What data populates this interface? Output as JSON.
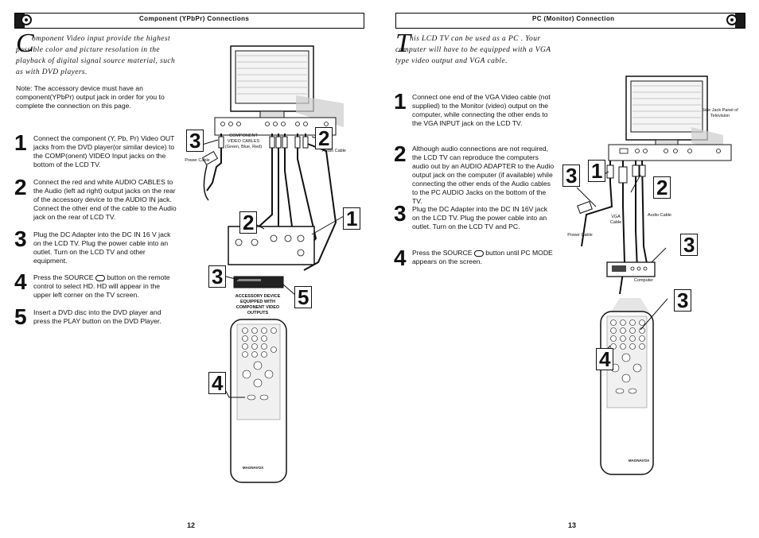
{
  "left": {
    "header": "Component (YPbPr) Connections",
    "dropcap": "C",
    "intro": "omponent Video input provide the highest possible color and picture resolution in the playback of digital signal source material, such as with DVD players.",
    "note_label": "Note:",
    "note_text": "The accessory device must have an component(YPbPr) output jack in order for you to complete the connection on this page.",
    "steps": [
      {
        "num": "1",
        "text": "Connect the component (Y, Pb, Pr) Video OUT jacks from the DVD player(or similar device) to the COMP(onent) VIDEO Input jacks on the bottom of the LCD TV."
      },
      {
        "num": "2",
        "text": "Connect the red and white AUDIO CABLES to the Audio (left ad right) output jacks on the rear of the accessory device to the AUDIO IN jack. Connect the other end of the cable to the Audio jack on the rear of LCD TV."
      },
      {
        "num": "3",
        "text": "Plug the DC Adapter into the DC IN 16 V jack on the LCD TV. Plug the power cable into an outlet. Turn on the LCD TV and other equipment."
      },
      {
        "num": "4",
        "text_a": "Press the SOURCE",
        "text_b": "button on the remote control to select HD. HD will appear in the upper left corner on the TV screen."
      },
      {
        "num": "5",
        "text": "Insert a DVD disc into the DVD player and press the PLAY button on the DVD Player."
      }
    ],
    "captions": {
      "component_cables": "COMPONENT VIDEO CABLES (Green, Blue, Red)",
      "audio_cable": "Audio Cable",
      "power_cable": "Power Cable",
      "accessory": "ACCESSORY DEVICE EQUIPPED WITH COMPONENT VIDEO OUTPUTS",
      "brand": "MAGNAVOX"
    },
    "figure_numbers": [
      "3",
      "2",
      "2",
      "1",
      "3",
      "5",
      "4"
    ],
    "page_number": "12"
  },
  "right": {
    "header": "PC (Monitor) Connection",
    "dropcap": "T",
    "intro": "his LCD TV can be used as a PC . Your computer will have to be equipped with a VGA type video output and VGA cable.",
    "steps": [
      {
        "num": "1",
        "text": "Connect one end of the VGA Video cable (not supplied) to the Monitor (video) output on the computer, while connecting the other ends to the VGA INPUT jack on the LCD TV."
      },
      {
        "num": "2",
        "text": "Although audio connections are not required, the LCD TV can reproduce the computers audio out by an AUDIO ADAPTER to the Audio output jack on the computer (if available) while connecting the other ends of the Audio cables to the PC AUDIO Jacks on the bottom of the TV."
      },
      {
        "num": "3",
        "text": "Plug the DC Adapter into the DC IN 16V jack on the LCD TV. Plug the power cable into an outlet. Turn on the LCD TV and PC."
      },
      {
        "num": "4",
        "text_a": "Press the SOURCE",
        "text_b": "button until PC MODE appears on the screen."
      }
    ],
    "captions": {
      "side_jack": "Side Jack Panel of Television",
      "vga_cable": "VGA Cable",
      "audio_cable": "Audio Cable",
      "power_cable": "Power Cable",
      "computer": "Computer",
      "brand": "MAGNAVOX"
    },
    "figure_numbers": [
      "3",
      "1",
      "2",
      "3",
      "3",
      "4"
    ],
    "page_number": "13"
  }
}
